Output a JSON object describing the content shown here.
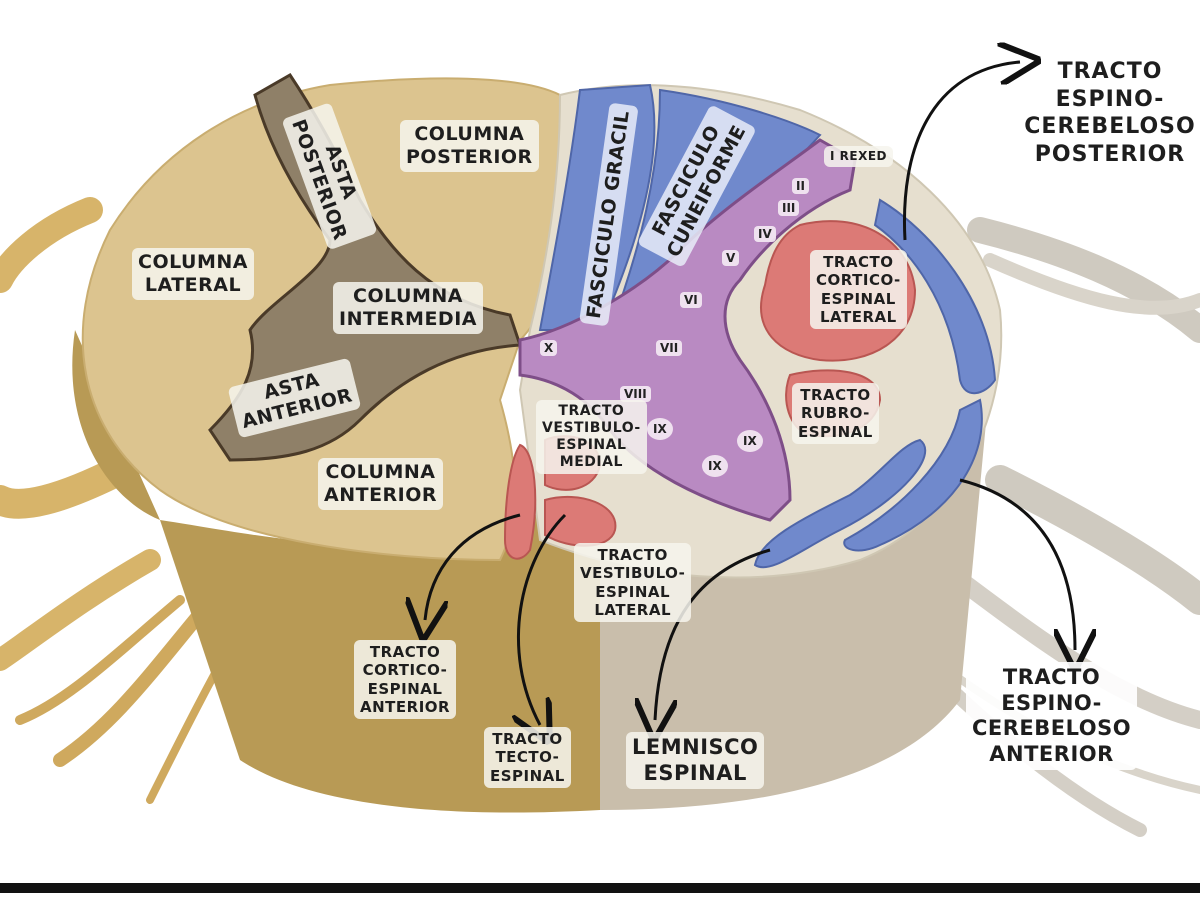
{
  "labels": {
    "asta_posterior": "ASTA\nPOSTERIOR",
    "columna_posterior": "COLUMNA\nPOSTERIOR",
    "columna_lateral": "COLUMNA\nLATERAL",
    "columna_intermedia": "COLUMNA\nINTERMEDIA",
    "asta_anterior": "ASTA\nANTERIOR",
    "columna_anterior": "COLUMNA\nANTERIOR",
    "fasciculo_gracil": "FASCICULO GRACIL",
    "fasciculo_cuneiforme": "FASCICULO\nCUNEIFORME",
    "rexed": "I REXED",
    "tracto_corticoespinal_lateral": "TRACTO\nCORTICO-\nESPINAL\nLATERAL",
    "tracto_rubroespinal": "TRACTO\nRUBRO-\nESPINAL",
    "tracto_vestibuloespinal_medial": "TRACTO\nVESTIBULO-\nESPINAL\nMEDIAL",
    "tracto_vestibuloespinal_lateral": "TRACTO\nVESTIBULO-\nESPINAL\nLATERAL",
    "tracto_corticoespinal_anterior": "TRACTO\nCORTICO-\nESPINAL\nANTERIOR",
    "tracto_tectoespinal": "TRACTO\nTECTO-\nESPINAL",
    "lemnisco_espinal": "LEMNISCO\nESPINAL",
    "tracto_espinocerebeloso_posterior": "TRACTO\nESPINO-\nCEREBELOSO\nPOSTERIOR",
    "tracto_espinocerebeloso_anterior": "TRACTO\nESPINO-\nCEREBELOSO\nANTERIOR"
  },
  "laminae": {
    "ii": "II",
    "iii": "III",
    "iv": "IV",
    "v": "V",
    "vi": "VI",
    "vii": "VII",
    "viii": "VIII",
    "x": "X",
    "ix_1": "IX",
    "ix_2": "IX",
    "ix_3": "IX"
  },
  "colors": {
    "white_matter_left": "#dcc48f",
    "white_matter_right": "#e6dfcf",
    "grey_matter_left": "#8f8068",
    "grey_matter_right": "#b98ac2",
    "tract_blue": "#6e86c9",
    "tract_red": "#dc7a76",
    "nerve_left": "#d7b46a",
    "nerve_right": "#cfcac0"
  }
}
